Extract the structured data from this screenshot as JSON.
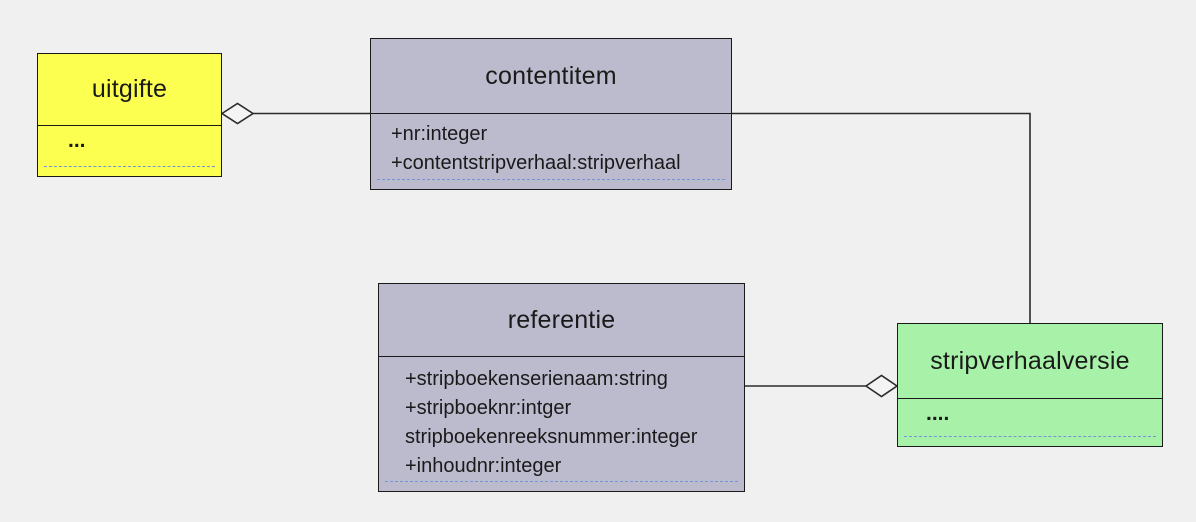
{
  "diagram": {
    "type": "uml-class-diagram",
    "background_color": "#f0f0f0",
    "border_color": "#1a1a1a",
    "dashed_separator_color": "#7296d8",
    "classes": [
      {
        "name": "uitgifte",
        "title": "uitgifte",
        "fill": "#fcff4f",
        "attributes": [
          "..."
        ]
      },
      {
        "name": "contentitem",
        "title": "contentitem",
        "fill": "#bcbacd",
        "attributes": [
          "+nr:integer",
          "+contentstripverhaal:stripverhaal"
        ]
      },
      {
        "name": "referentie",
        "title": "referentie",
        "fill": "#bcbacd",
        "attributes": [
          "+stripboekenserienaam:string",
          "+stripboeknr:intger",
          "stripboekenreeksnummer:integer",
          "+inhoudnr:integer"
        ]
      },
      {
        "name": "stripverhaalversie",
        "title": "stripverhaalversie",
        "fill": "#a8f1a8",
        "attributes": [
          "...."
        ]
      }
    ],
    "relationships": [
      {
        "from": "contentitem",
        "to": "uitgifte",
        "type": "aggregation",
        "diamond_end": "uitgifte"
      },
      {
        "from": "contentitem",
        "to": "stripverhaalversie",
        "type": "association"
      },
      {
        "from": "referentie",
        "to": "stripverhaalversie",
        "type": "aggregation",
        "diamond_end": "stripverhaalversie"
      }
    ]
  }
}
